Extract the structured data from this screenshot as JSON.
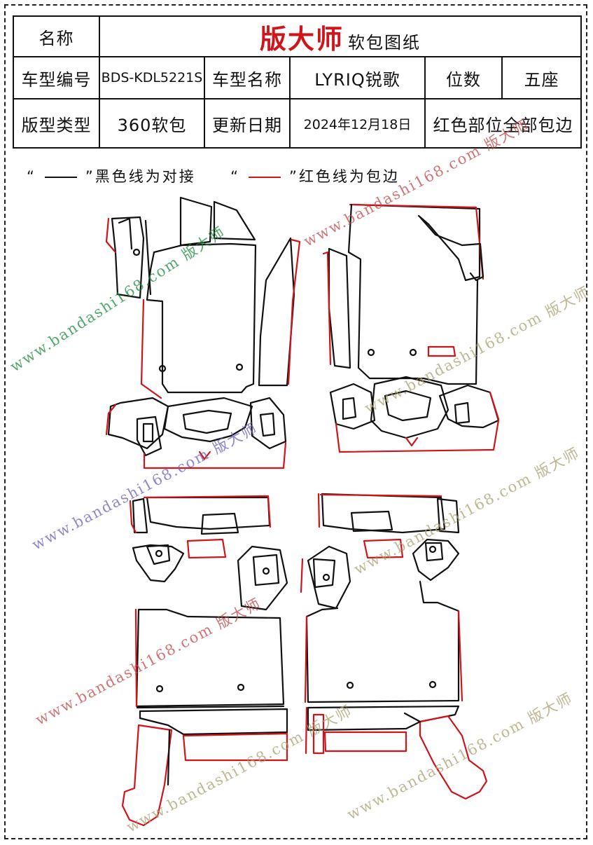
{
  "header": {
    "name_label": "名称",
    "brand": "版大师",
    "subtitle": "软包图纸",
    "model_code_label": "车型编号",
    "model_code": "BDS-KDL5221S",
    "model_name_label": "车型名称",
    "model_name": "LYRIQ锐歌",
    "seats_label": "位数",
    "seats": "五座",
    "type_label": "版型类型",
    "type": "360软包",
    "update_label": "更新日期",
    "update_date": "2024年12月18日",
    "note": "红色部位全部包边"
  },
  "legend": {
    "open_quote": "“",
    "close_quote": "”",
    "black_text": "黑色线为对接",
    "red_text": "红色线为包边"
  },
  "watermark": {
    "text": "www.bandashi168.com 版大师"
  },
  "colors": {
    "red": "#d0141a",
    "black": "#111111",
    "watermark_green": "#1a8a3a",
    "watermark_blue": "#6a60b8",
    "watermark_red": "#c04848",
    "watermark_olive": "#a8a070"
  }
}
